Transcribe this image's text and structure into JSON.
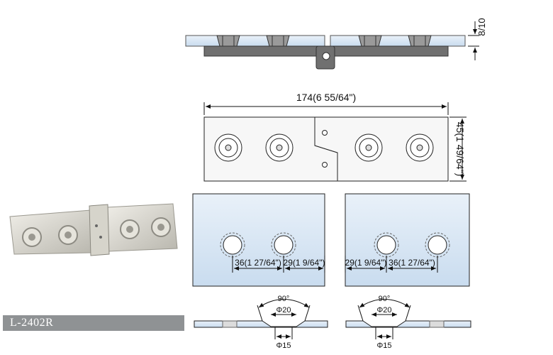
{
  "product": {
    "model_code": "L-2402R"
  },
  "dimensions": {
    "thickness": "8/10",
    "overall_length": "174(6 55/64\")",
    "width": "45(1 49/64\")",
    "hole_spacing": "36(1 27/64\")",
    "edge_offset": "29(1 9/64\")",
    "countersink_angle": "90°",
    "countersink_diameter": "Φ20",
    "hole_diameter": "Φ15"
  },
  "colors": {
    "glass": "#dde9f4",
    "plate": "#f7f7f7",
    "bracket": "#6e6e6e",
    "label_bg": "#8f9294"
  }
}
